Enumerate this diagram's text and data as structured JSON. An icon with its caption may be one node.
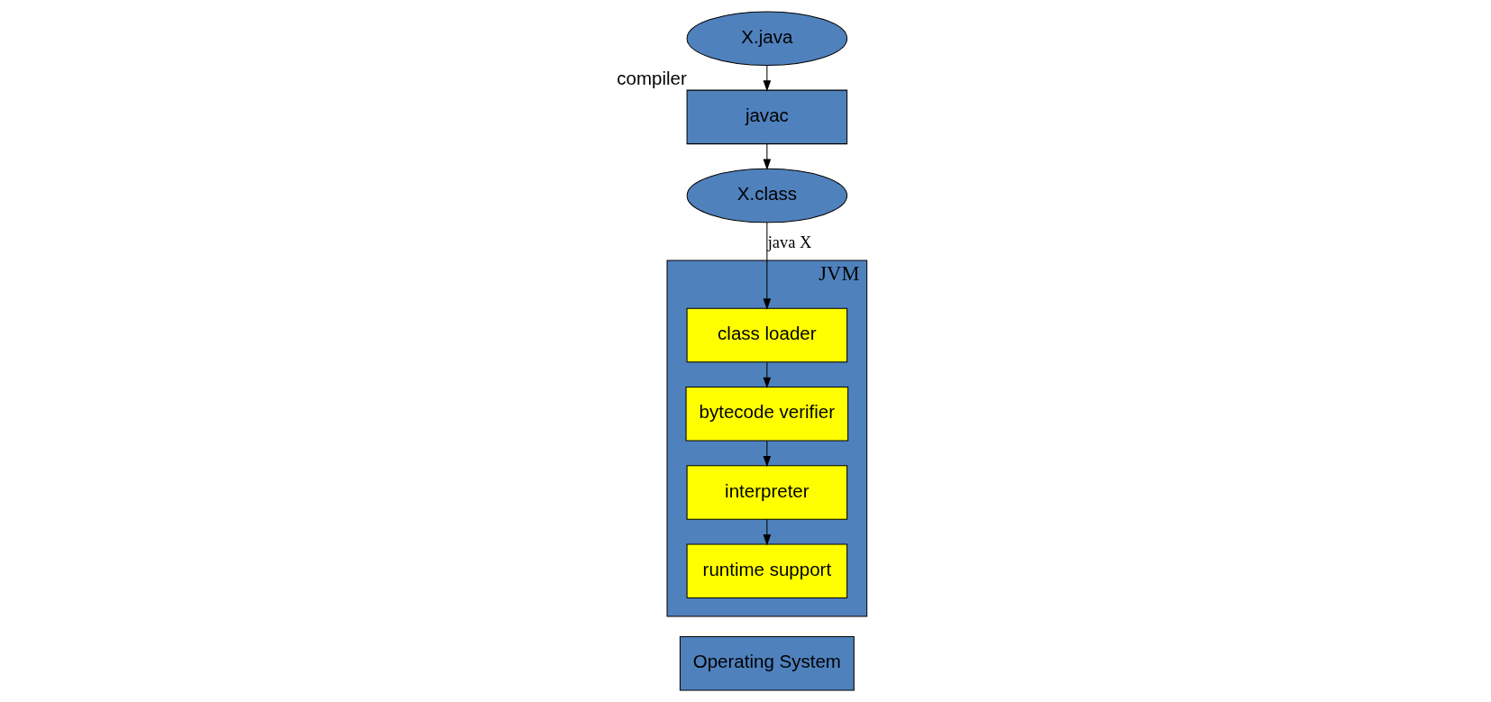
{
  "diagram": {
    "nodes": [
      {
        "text": [
          "X.java"
        ]
      },
      {
        "text": [
          "javac"
        ],
        "beside": [
          "compiler"
        ]
      },
      {
        "text": [
          "X.class"
        ]
      },
      {
        "text": [
          "JVM"
        ]
      },
      {
        "text": [
          "class loader"
        ],
        "in": 3
      },
      {
        "text": [
          "bytecode verifier"
        ],
        "in": 3
      },
      {
        "text": [
          "interpreter"
        ],
        "in": 3
      },
      {
        "text": [
          "runtime support"
        ],
        "in": 3
      },
      {
        "text": [
          "Operating System"
        ]
      }
    ],
    "edges": [
      {
        "from": 0,
        "to": 1,
        "arrow": "to"
      },
      {
        "from": 1,
        "to": 2,
        "arrow": "to"
      },
      {
        "from": 2,
        "to": 4,
        "arrow": "to",
        "label": "java X"
      },
      {
        "from": 4,
        "to": 5,
        "arrow": "to"
      },
      {
        "from": 5,
        "to": 6,
        "arrow": "to"
      },
      {
        "from": 6,
        "to": 7,
        "arrow": "to"
      }
    ]
  }
}
